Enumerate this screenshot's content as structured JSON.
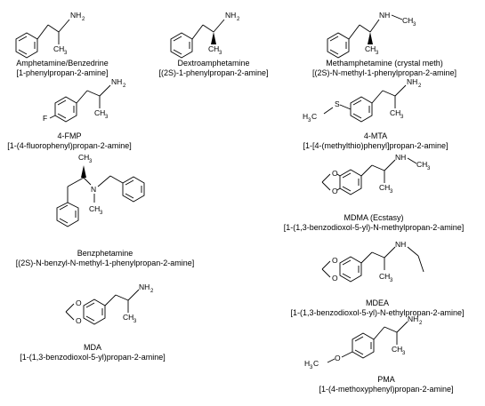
{
  "compounds": [
    {
      "name": "Amphetamine/Benzedrine",
      "iupac": "[1-phenylpropan-2-amine]",
      "group": "NH",
      "sub": "2"
    },
    {
      "name": "Dextroamphetamine",
      "iupac": "[(2S)-1-phenylpropan-2-amine]",
      "group": "NH",
      "sub": "2"
    },
    {
      "name": "Methamphetamine (crystal meth)",
      "iupac": "[(2S)-N-methyl-1-phenylpropan-2-amine]",
      "group": "NH",
      "methyl": "CH",
      "methyl_sub": "3"
    },
    {
      "name": "4-FMP",
      "iupac": "[1-(4-fluorophenyl)propan-2-amine]",
      "group": "NH",
      "sub": "2",
      "ring_sub": "F"
    },
    {
      "name": "4-MTA",
      "iupac": "[1-[4-(methylthio)phenyl]propan-2-amine]",
      "group": "NH",
      "sub": "2",
      "ring_sub": "H3C",
      "hetero": "S"
    },
    {
      "name": "Benzphetamine",
      "iupac": "[(2S)-N-benzyl-N-methyl-1-phenylpropan-2-amine]",
      "group": "N",
      "methyl": "CH",
      "methyl_sub": "3"
    },
    {
      "name": "MDMA (Ecstasy)",
      "iupac": "[1-(1,3-benzodioxol-5-yl)-N-methylpropan-2-amine]",
      "group": "NH",
      "methyl": "CH",
      "methyl_sub": "3",
      "oxygen": "O"
    },
    {
      "name": "MDEA",
      "iupac": "[1-(1,3-benzodioxol-5-yl)-N-ethylpropan-2-amine]",
      "group": "NH",
      "methyl": "CH",
      "methyl_sub": "3",
      "oxygen": "O"
    },
    {
      "name": "MDA",
      "iupac": "[1-(1,3-benzodioxol-5-yl)propan-2-amine]",
      "group": "NH",
      "sub": "2",
      "methyl": "CH",
      "methyl_sub": "3",
      "oxygen": "O"
    },
    {
      "name": "PMA",
      "iupac": "[1-(4-methoxyphenyl)propan-2-amine]",
      "group": "NH",
      "sub": "2",
      "methyl": "CH",
      "methyl_sub": "3",
      "ring_sub": "H3C",
      "hetero": "O"
    }
  ]
}
